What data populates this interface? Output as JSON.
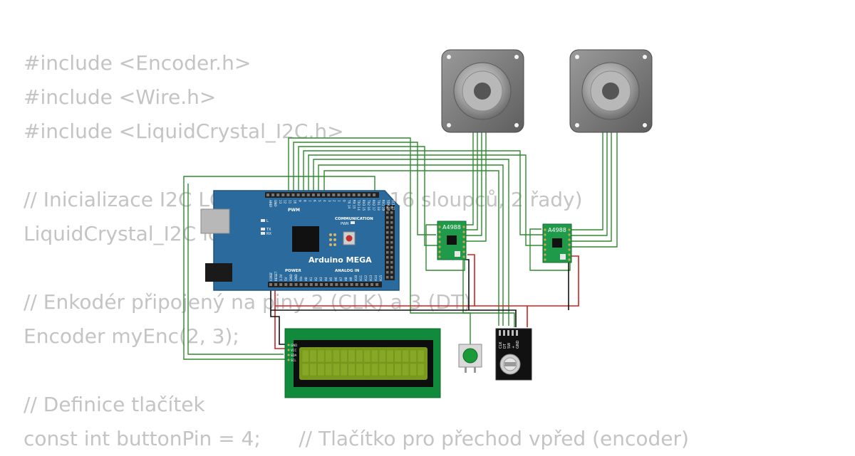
{
  "code_lines": [
    "#include <Encoder.h>",
    "#include <Wire.h>",
    "#include <LiquidCrystal_I2C.h>",
    "",
    "// Inicializace I2C LCD (adresa 0x27, 16 sloupců, 2 řady)",
    "LiquidCrystal_I2C lcd(0x27, 16, 2);",
    "",
    "// Enkodér připojený na piny 2 (CLK) a 3 (DT)",
    "Encoder myEnc(2, 3);",
    "",
    "// Definice tlačítek",
    "const int buttonPin = 4;      // Tlačítko pro přechod vpřed (encoder)"
  ],
  "arduino": {
    "name": "Arduino MEGA",
    "pwm_label": "PWM",
    "communication_label": "COMMUNICATION",
    "power_label": "POWER",
    "analog_label": "ANALOG IN",
    "pwr_led": "PWR",
    "led_l": "L",
    "led_tx": "TX",
    "led_rx": "RX",
    "top_pins_left": [
      "AREF",
      "GND",
      "13",
      "12",
      "11",
      "10",
      "9",
      "8"
    ],
    "top_pins_pwm": [
      "7",
      "6",
      "5",
      "4",
      "3",
      "2",
      "1",
      "0"
    ],
    "top_pins_comm": [
      "TX 14",
      "RX 15",
      "TX3 14",
      "RX3 15",
      "TX2 16",
      "RX2 17",
      "TX1 18",
      "RX1 19",
      "SDA 20",
      "SCL 21"
    ],
    "bottom_power_pins": [
      "IOREF",
      "RESET",
      "3.3V",
      "5V",
      "GND",
      "GND",
      "Vin"
    ],
    "bottom_analog_pins": [
      "A0",
      "A1",
      "A2",
      "A3",
      "A4",
      "A5",
      "A6",
      "A7",
      "A8",
      "A9",
      "A10",
      "A11",
      "A12",
      "A13",
      "A14",
      "A15"
    ]
  },
  "drivers": [
    {
      "label": "A4988"
    },
    {
      "label": "A4988"
    }
  ],
  "lcd": {
    "pins": [
      "GND",
      "VCC",
      "SDA",
      "SCL"
    ]
  },
  "encoder": {
    "pins": [
      "CLK",
      "DT",
      "SW",
      "+",
      "GND"
    ]
  },
  "colors": {
    "code_text": "#c4c4c4",
    "board": "#2b6a9c",
    "board_edge": "#1f5480",
    "wire_green": "#2e8b2e",
    "wire_red": "#d42020",
    "wire_black": "#111111",
    "driver_pcb": "#1f9a4a",
    "lcd_pcb": "#128a3c",
    "lcd_screen": "#7a9a1e",
    "motor_body": "#7a7a7a",
    "button_cap": "#1c9a3a"
  }
}
